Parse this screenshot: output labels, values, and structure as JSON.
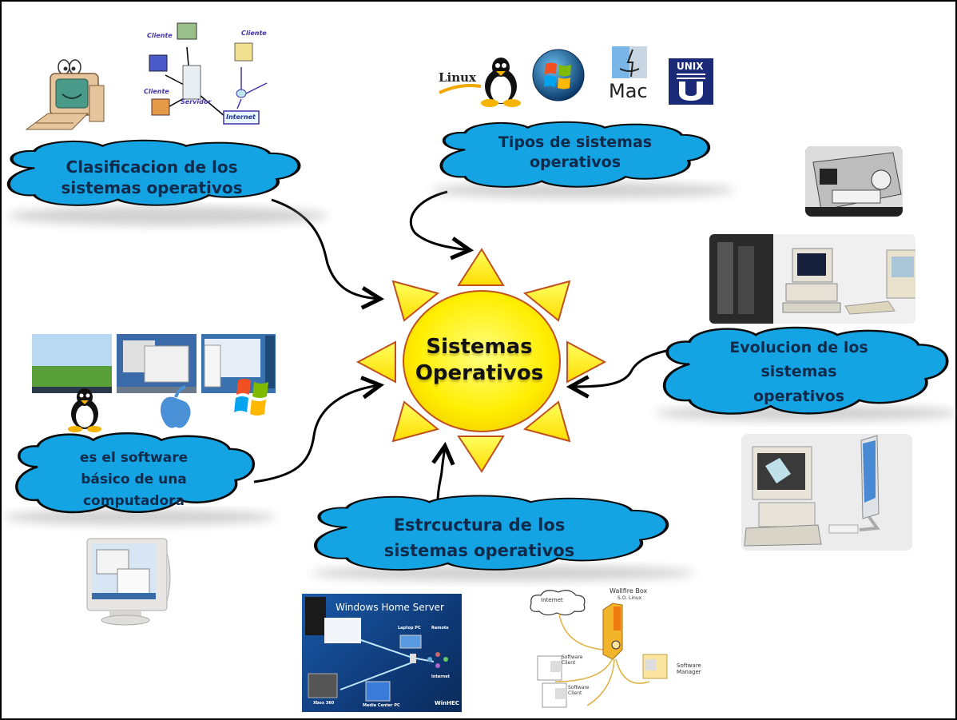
{
  "center": {
    "title_line1": "Sistemas",
    "title_line2": "Operativos"
  },
  "nodes": {
    "clasificacion": {
      "line1": "Clasificacion de los",
      "line2": "sistemas operativos"
    },
    "tipos": {
      "line1": "Tipos de sistemas",
      "line2": "operativos"
    },
    "evolucion": {
      "line1": "Evolucion de los",
      "line2": "sistemas",
      "line3": "operativos"
    },
    "definicion": {
      "line1": "es el software",
      "line2": "básico de una",
      "line3": "computadora"
    },
    "estructura": {
      "line1": "Estrcuctura de los",
      "line2": "sistemas operativos"
    }
  },
  "images": {
    "network": {
      "cliente": "Cliente",
      "servidor": "Servidor",
      "internet": "Internet"
    },
    "os_logos": {
      "linux": "Linux",
      "mac": "Mac",
      "unix": "UNIX"
    },
    "home_server": {
      "title": "Windows Home Server",
      "laptop": "Laptop PC",
      "remote": "Remote",
      "internet": "Internet",
      "xbox": "Xbox 360",
      "media": "Media Center PC",
      "badge": "WinHEC"
    },
    "wallfire": {
      "box": "Wallfire Box",
      "os": "S.O. Linux",
      "internet": "Internet",
      "client": "Software Client",
      "manager_line1": "Software",
      "manager_line2": "Manager"
    }
  },
  "colors": {
    "cloud_fill": "#14a3e3",
    "cloud_stroke": "#0a0a0a",
    "sun_fill": "#ffee00",
    "sun_stroke": "#c0501e",
    "text_dark": "#0f2a4a"
  }
}
